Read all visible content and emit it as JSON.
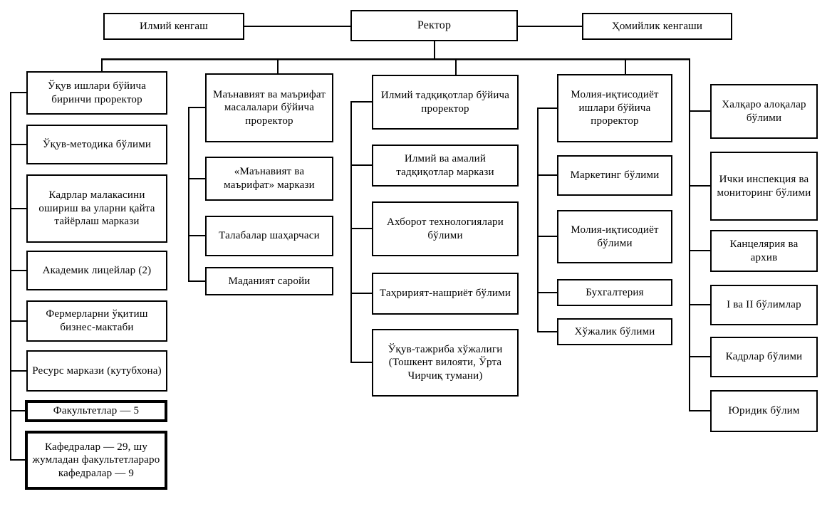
{
  "top": {
    "scientific_council": "Илмий кенгаш",
    "rector": "Ректор",
    "trustees_council": "Ҳомийлик кенгаши"
  },
  "col1": {
    "head": "Ўқув ишлари бўйича биринчи проректор",
    "items": [
      "Ўқув-методика бўлими",
      "Кадрлар малакасини ошириш ва уларни қайта тайёрлаш маркази",
      "Академик лицейлар (2)",
      "Фермерларни ўқитиш бизнес-мактаби",
      "Ресурс маркази (кутубхона)",
      "Факультетлар — 5",
      "Кафедралар — 29, шу жумладан факультетлараро кафедралар — 9"
    ]
  },
  "col2": {
    "head": "Маънавият ва маърифат масалалари бўйича проректор",
    "items": [
      "«Маънавият ва маърифат» маркази",
      "Талабалар шаҳарчаси",
      "Маданият саройи"
    ]
  },
  "col3": {
    "head": "Илмий тадқиқотлар бўйича проректор",
    "items": [
      "Илмий ва амалий тадқиқотлар маркази",
      "Ахборот технологиялари бўлими",
      "Таҳририят-нашриёт бўлими",
      "Ўқув-тажриба хўжалиги (Тошкент вилояти, Ўрта Чирчиқ тумани)"
    ]
  },
  "col4": {
    "head": "Молия-иқтисодиёт ишлари бўйича проректор",
    "items": [
      "Маркетинг бўлими",
      "Молия-иқтисодиёт бўлими",
      "Бухгалтерия",
      "Хўжалик бўлими"
    ]
  },
  "col5": {
    "items": [
      "Халқаро алоқалар бўлими",
      "Ички инспекция ва мониторинг бўлими",
      "Канцелярия ва архив",
      "I ва II бўлимлар",
      "Кадрлар бўлими",
      "Юридик бўлим"
    ]
  },
  "colors": {
    "line": "#000000",
    "box_background": "#ffffff",
    "text": "#000000"
  }
}
